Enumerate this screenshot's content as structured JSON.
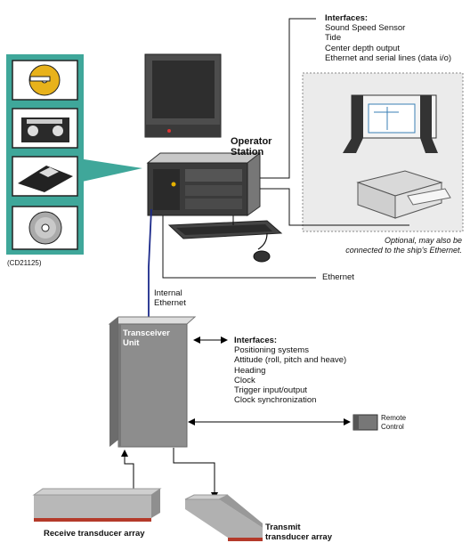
{
  "operator_station": {
    "label_line1": "Operator",
    "label_line2": "Station"
  },
  "interfaces_top": {
    "heading": "Interfaces:",
    "items": [
      "Sound Speed Sensor",
      "Tide",
      "Center depth output",
      "Ethernet and serial lines (data i/o)"
    ]
  },
  "optional_note": {
    "line1": "Optional, may also  be",
    "line2": "connected to the ship's Ethernet."
  },
  "media_caption": "(CD21125)",
  "ethernet_label": "Ethernet",
  "internal_ethernet": {
    "line1": "Internal",
    "line2": "Ethernet"
  },
  "transceiver": {
    "line1": "Transceiver",
    "line2": "Unit"
  },
  "interfaces_transceiver": {
    "heading": "Interfaces:",
    "items": [
      "Positioning systems",
      "Attitude (roll, pitch and heave)",
      "Heading",
      "Clock",
      "Trigger input/output",
      "Clock synchronization"
    ]
  },
  "remote_control": {
    "line1": "Remote",
    "line2": "Control"
  },
  "receive_array": "Receive transducer array",
  "transmit_array": {
    "line1": "Transmit",
    "line2": "transducer array"
  },
  "colors": {
    "teal": "#3fa79a",
    "cable_blue": "#1c2a8a",
    "transducer_red": "#b43a2a",
    "panel_grey": "#e8e8e8"
  }
}
